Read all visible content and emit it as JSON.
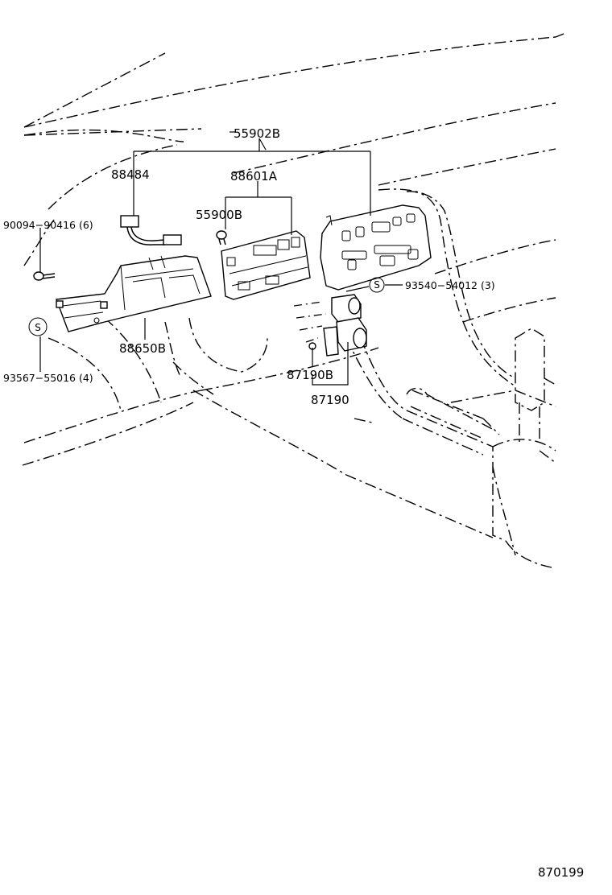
{
  "labels": {
    "p55902B": "55902B",
    "p88484": "88484",
    "p88601A": "88601A",
    "p55900B": "55900B",
    "p90094": "90094−90416 (6)",
    "p93540": "93540−54012 (3)",
    "p93567": "93567−55016 (4)",
    "p88650B": "88650B",
    "p87190B": "87190B",
    "p87190": "87190",
    "s_symbol_1": "S",
    "s_symbol_2": "S"
  },
  "footer": {
    "diagram_number": "870199"
  }
}
